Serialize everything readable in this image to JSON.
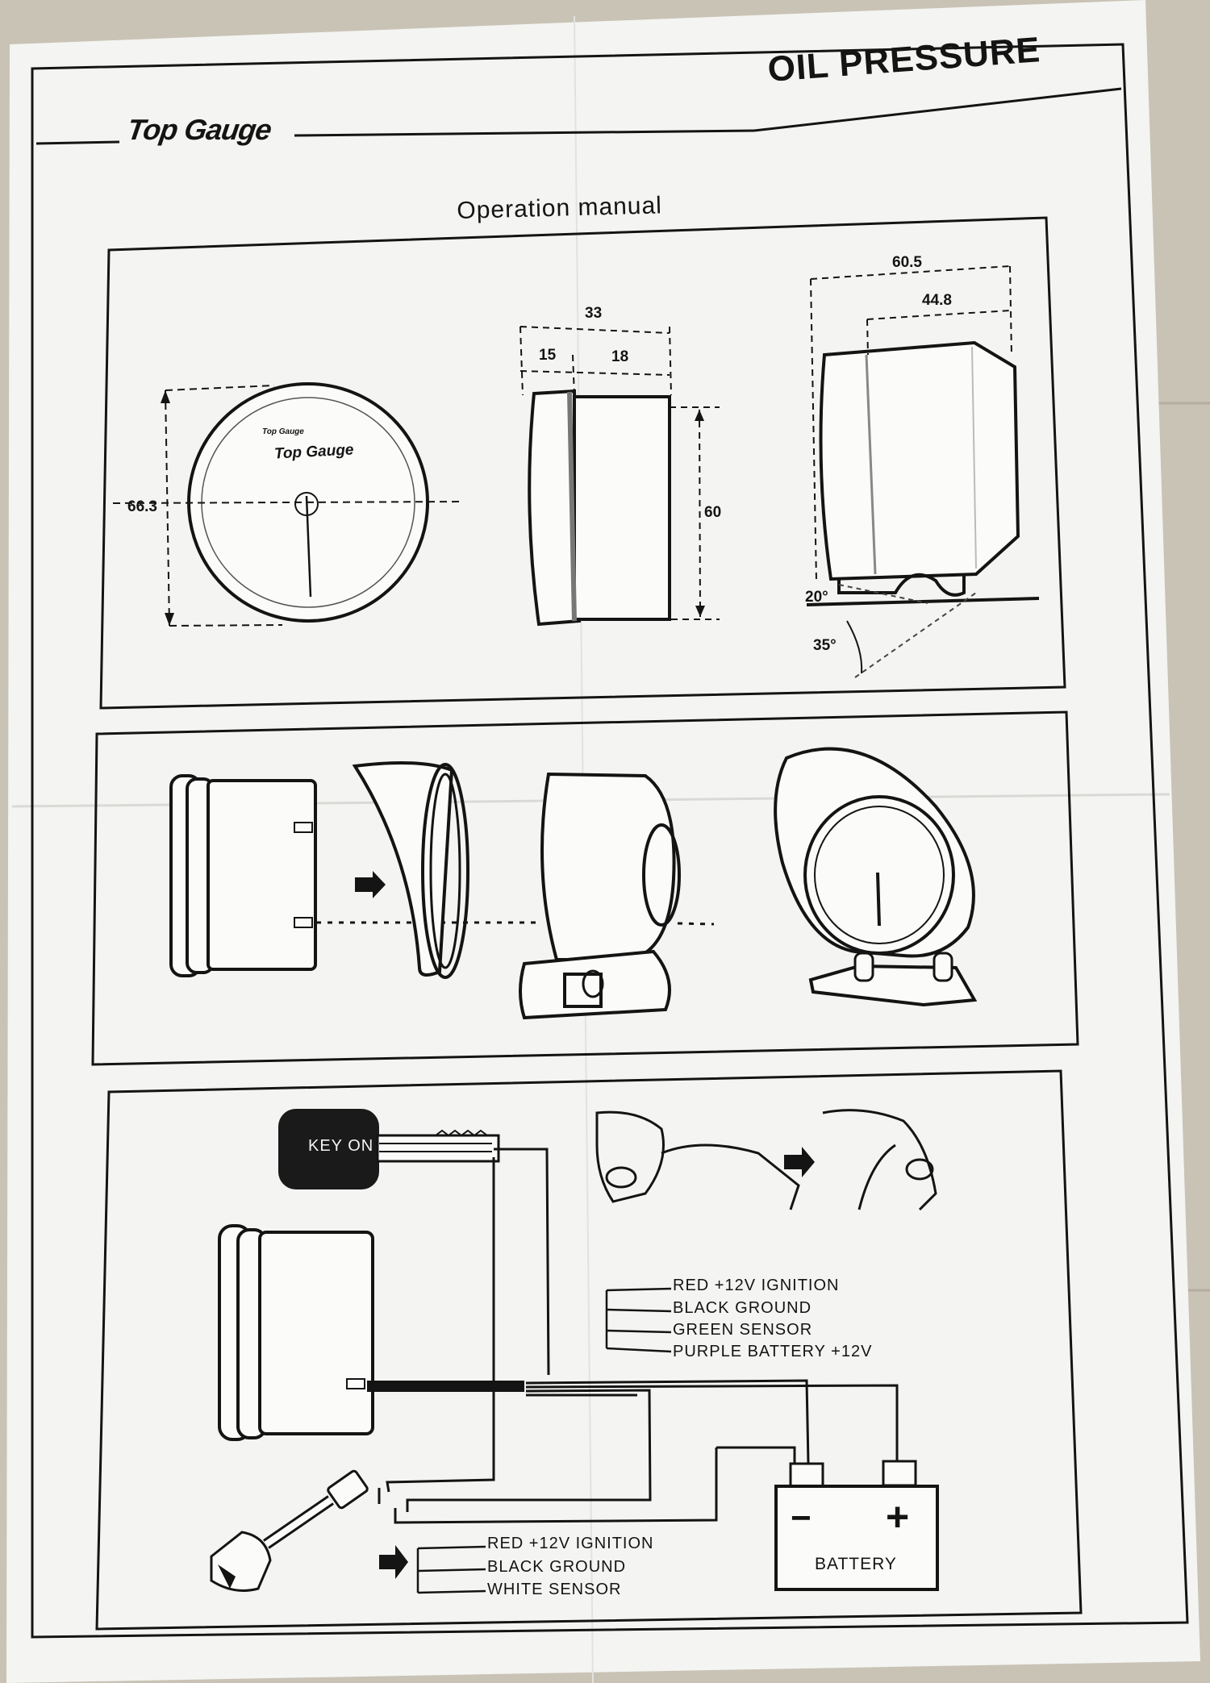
{
  "header": {
    "title": "OIL PRESSURE",
    "brand": "Top Gauge",
    "subtitle": "Operation manual"
  },
  "dimensions": {
    "diameter": "66.3",
    "body_height": "60",
    "depth_total": "33",
    "depth_front": "15",
    "depth_rear": "18",
    "mount_total": "60.5",
    "mount_body": "44.8",
    "tilt_up": "20°",
    "tilt_down": "35°",
    "dial_brand": "Top Gauge",
    "dial_small_brand": "Top Gauge"
  },
  "wiring": {
    "key_label": "KEY ON",
    "gauge_wires": [
      "RED +12V IGNITION",
      "BLACK GROUND",
      "GREEN SENSOR",
      "PURPLE BATTERY +12V"
    ],
    "sensor_wires": [
      "RED +12V IGNITION",
      "BLACK GROUND",
      "WHITE SENSOR"
    ],
    "battery_label": "BATTERY",
    "battery_minus": "−",
    "battery_plus": "+"
  },
  "colors": {
    "paper": "#f4f4f2",
    "ink": "#141414",
    "background": "#c9c3b6"
  }
}
